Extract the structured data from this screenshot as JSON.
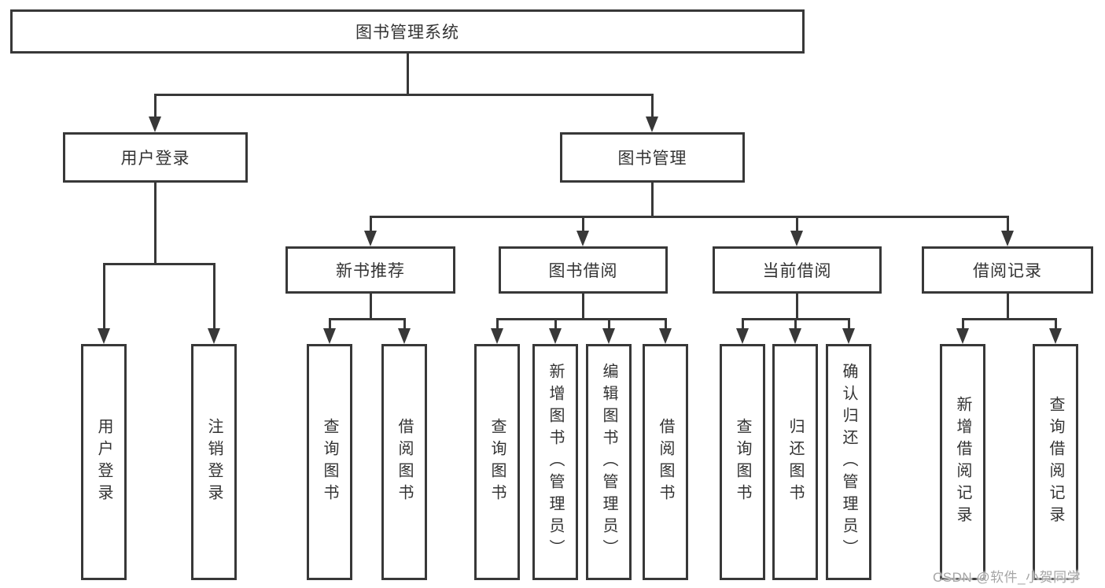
{
  "diagram": {
    "title": "图书管理系统",
    "root": {
      "label": "图书管理系统"
    },
    "branches": [
      {
        "label": "用户登录",
        "children": [
          {
            "label": "用户登录"
          },
          {
            "label": "注销登录"
          }
        ]
      },
      {
        "label": "图书管理",
        "groups": [
          {
            "label": "新书推荐",
            "children": [
              {
                "label": "查询图书"
              },
              {
                "label": "借阅图书"
              }
            ]
          },
          {
            "label": "图书借阅",
            "children": [
              {
                "label": "查询图书"
              },
              {
                "label": "新增图书（管理员）"
              },
              {
                "label": "编辑图书（管理员）"
              },
              {
                "label": "借阅图书"
              }
            ]
          },
          {
            "label": "当前借阅",
            "children": [
              {
                "label": "查询图书"
              },
              {
                "label": "归还图书"
              },
              {
                "label": "确认归还（管理员）"
              }
            ]
          },
          {
            "label": "借阅记录",
            "children": [
              {
                "label": "新增借阅记录"
              },
              {
                "label": "查询借阅记录"
              }
            ]
          }
        ]
      }
    ]
  },
  "watermark": {
    "text": "CSDN @软件_小贺同学",
    "color": "#a6a6a6"
  },
  "style_colors": {
    "stroke": "#383838",
    "text": "#333333",
    "background": "#ffffff"
  }
}
